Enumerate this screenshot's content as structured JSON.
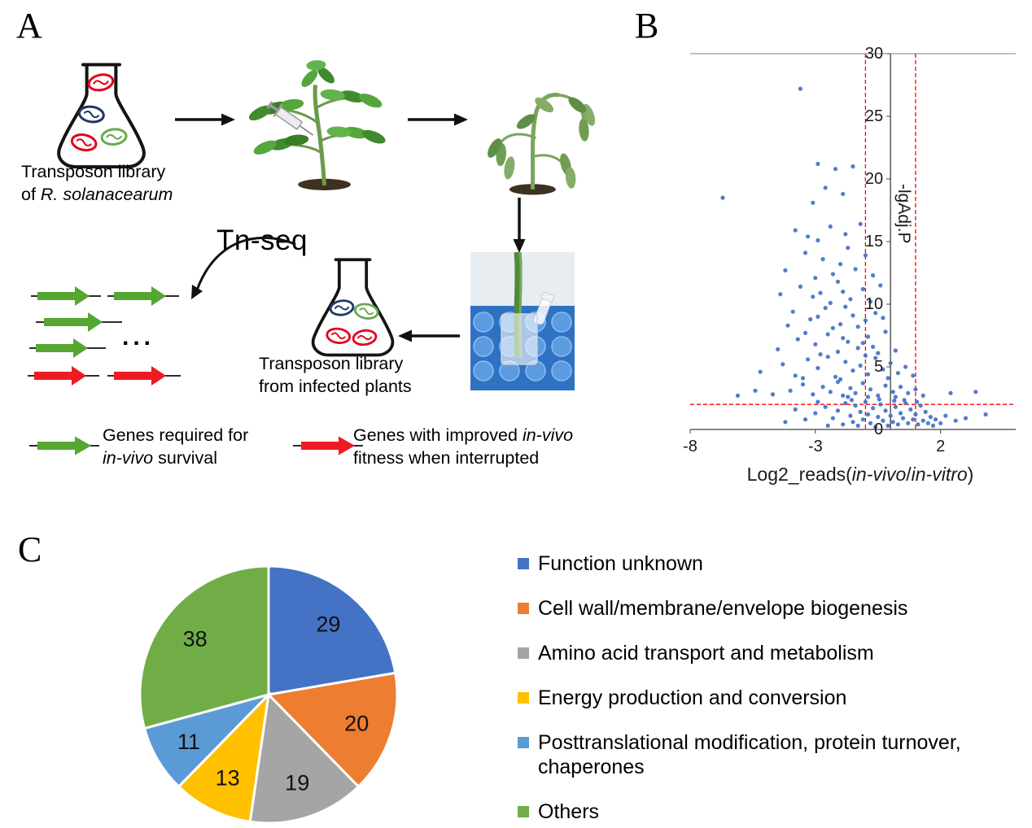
{
  "figure": {
    "panel_a": {
      "label": "A",
      "flask1_caption_line1": "Transposon library",
      "flask1_caption_line2_prefix": "of ",
      "flask1_caption_line2_italic": "R. solanacearum",
      "tnseq_label": "Tn-seq",
      "reads_ellipsis": "...",
      "flask2_caption_line1": "Transposon library",
      "flask2_caption_line2": "from infected plants",
      "legend_green_line1": "Genes required for",
      "legend_green_line2_italic": "in-vivo",
      "legend_green_line2_suffix": " survival",
      "legend_red_line1_prefix": "Genes with improved ",
      "legend_red_line1_italic": "in-vivo",
      "legend_red_line2": "fitness when interrupted"
    },
    "panel_b": {
      "label": "B",
      "ylabel": "-lgAdj.P",
      "xlabel_prefix": "Log2_reads(",
      "xlabel_italic1": "in-vivo",
      "xlabel_sep": "/",
      "xlabel_italic2": "in-vitro",
      "xlabel_suffix": ")"
    },
    "panel_c": {
      "label": "C"
    }
  },
  "chart_data": [
    {
      "type": "scatter",
      "xlabel": "Log2_reads(in-vivo/in-vitro)",
      "ylabel": "-lgAdj.P",
      "xlim": [
        -8,
        5
      ],
      "ylim": [
        0,
        30
      ],
      "x_ticks": [
        -8,
        -3,
        2
      ],
      "y_ticks": [
        0,
        5,
        10,
        15,
        20,
        25,
        30
      ],
      "grid": false,
      "point_color": "#4472C4",
      "threshold_lines": {
        "vertical_x": [
          -1,
          1
        ],
        "horizontal_y": 2,
        "color": "#FF0000"
      },
      "points": [
        [
          -3.6,
          27.2
        ],
        [
          -6.7,
          18.5
        ],
        [
          -2.9,
          21.2
        ],
        [
          -2.2,
          20.8
        ],
        [
          -1.5,
          21.0
        ],
        [
          -2.6,
          19.3
        ],
        [
          -1.9,
          18.8
        ],
        [
          -3.1,
          18.1
        ],
        [
          -3.8,
          15.9
        ],
        [
          -2.4,
          16.2
        ],
        [
          -1.8,
          15.6
        ],
        [
          -1.2,
          16.4
        ],
        [
          -2.9,
          15.1
        ],
        [
          -3.3,
          15.4
        ],
        [
          -3.4,
          14.1
        ],
        [
          -2.7,
          13.6
        ],
        [
          -2.0,
          13.2
        ],
        [
          -1.4,
          12.8
        ],
        [
          -2.3,
          12.4
        ],
        [
          -3.0,
          12.1
        ],
        [
          -1.0,
          13.9
        ],
        [
          -1.7,
          14.5
        ],
        [
          -4.2,
          12.7
        ],
        [
          -0.7,
          12.3
        ],
        [
          -3.6,
          11.4
        ],
        [
          -2.8,
          10.9
        ],
        [
          -2.1,
          11.8
        ],
        [
          -1.6,
          10.4
        ],
        [
          -1.1,
          11.2
        ],
        [
          -2.4,
          10.1
        ],
        [
          -3.1,
          10.6
        ],
        [
          -0.8,
          10.2
        ],
        [
          -1.9,
          11.0
        ],
        [
          -4.4,
          10.8
        ],
        [
          -0.4,
          11.5
        ],
        [
          -3.9,
          9.4
        ],
        [
          -3.2,
          8.8
        ],
        [
          -2.6,
          9.7
        ],
        [
          -2.0,
          8.4
        ],
        [
          -1.5,
          9.1
        ],
        [
          -1.0,
          8.7
        ],
        [
          -0.6,
          9.3
        ],
        [
          -2.3,
          8.1
        ],
        [
          -1.8,
          9.8
        ],
        [
          -2.9,
          9.0
        ],
        [
          -4.1,
          8.3
        ],
        [
          -0.3,
          8.9
        ],
        [
          -1.3,
          8.2
        ],
        [
          -4.5,
          6.4
        ],
        [
          -3.7,
          7.2
        ],
        [
          -3.0,
          6.8
        ],
        [
          -2.5,
          7.6
        ],
        [
          -2.1,
          6.2
        ],
        [
          -1.7,
          7.0
        ],
        [
          -1.3,
          6.5
        ],
        [
          -0.9,
          7.4
        ],
        [
          -0.5,
          6.1
        ],
        [
          -0.2,
          7.8
        ],
        [
          -2.8,
          6.0
        ],
        [
          -3.4,
          7.7
        ],
        [
          -1.1,
          6.9
        ],
        [
          -1.9,
          7.3
        ],
        [
          0.2,
          6.3
        ],
        [
          -0.7,
          6.6
        ],
        [
          -5.2,
          4.6
        ],
        [
          -4.3,
          5.2
        ],
        [
          -3.8,
          4.3
        ],
        [
          -3.3,
          5.6
        ],
        [
          -2.9,
          4.9
        ],
        [
          -2.5,
          5.8
        ],
        [
          -2.2,
          4.2
        ],
        [
          -1.8,
          5.4
        ],
        [
          -1.5,
          4.7
        ],
        [
          -1.2,
          5.1
        ],
        [
          -0.9,
          4.4
        ],
        [
          -0.6,
          5.7
        ],
        [
          -0.3,
          4.8
        ],
        [
          0.0,
          5.3
        ],
        [
          0.3,
          4.5
        ],
        [
          0.6,
          5.0
        ],
        [
          -2.0,
          4.0
        ],
        [
          -1.0,
          5.9
        ],
        [
          -3.5,
          4.1
        ],
        [
          -0.1,
          4.1
        ],
        [
          0.9,
          4.3
        ],
        [
          -6.1,
          2.7
        ],
        [
          -5.4,
          3.1
        ],
        [
          -4.7,
          2.8
        ],
        [
          -4.0,
          3.1
        ],
        [
          -3.5,
          3.6
        ],
        [
          -3.1,
          2.8
        ],
        [
          -2.7,
          3.4
        ],
        [
          -2.4,
          3.0
        ],
        [
          -2.1,
          3.8
        ],
        [
          -1.9,
          2.7
        ],
        [
          -1.6,
          3.3
        ],
        [
          -1.4,
          2.9
        ],
        [
          -1.1,
          3.7
        ],
        [
          -0.8,
          3.2
        ],
        [
          -0.5,
          2.7
        ],
        [
          -0.2,
          3.5
        ],
        [
          0.1,
          3.0
        ],
        [
          0.4,
          3.4
        ],
        [
          0.7,
          2.9
        ],
        [
          1.0,
          3.2
        ],
        [
          1.3,
          2.7
        ],
        [
          2.4,
          2.9
        ],
        [
          3.4,
          3.0
        ],
        [
          -0.9,
          2.6
        ],
        [
          -1.7,
          2.6
        ],
        [
          0.2,
          2.6
        ],
        [
          -2.6,
          1.8
        ],
        [
          -2.3,
          0.9
        ],
        [
          -2.1,
          1.5
        ],
        [
          -1.9,
          0.4
        ],
        [
          -1.8,
          2.1
        ],
        [
          -1.6,
          1.1
        ],
        [
          -1.5,
          0.6
        ],
        [
          -1.4,
          1.9
        ],
        [
          -1.3,
          0.3
        ],
        [
          -1.2,
          1.4
        ],
        [
          -1.1,
          0.8
        ],
        [
          -1.0,
          2.2
        ],
        [
          -0.9,
          1.2
        ],
        [
          -0.8,
          0.5
        ],
        [
          -0.7,
          1.7
        ],
        [
          -0.6,
          0.2
        ],
        [
          -0.5,
          1.0
        ],
        [
          -0.4,
          2.0
        ],
        [
          -0.3,
          0.7
        ],
        [
          -0.2,
          1.5
        ],
        [
          -0.1,
          0.3
        ],
        [
          0.0,
          1.1
        ],
        [
          0.1,
          0.6
        ],
        [
          0.2,
          1.8
        ],
        [
          0.3,
          0.4
        ],
        [
          0.4,
          1.3
        ],
        [
          0.5,
          0.9
        ],
        [
          0.6,
          2.1
        ],
        [
          0.7,
          0.5
        ],
        [
          0.8,
          1.6
        ],
        [
          0.9,
          0.8
        ],
        [
          1.0,
          1.2
        ],
        [
          1.1,
          0.4
        ],
        [
          1.2,
          1.9
        ],
        [
          1.3,
          0.7
        ],
        [
          1.4,
          1.4
        ],
        [
          1.5,
          0.5
        ],
        [
          1.6,
          1.0
        ],
        [
          1.7,
          0.3
        ],
        [
          1.8,
          0.8
        ],
        [
          2.0,
          0.5
        ],
        [
          2.2,
          1.1
        ],
        [
          2.6,
          0.7
        ],
        [
          3.0,
          0.9
        ],
        [
          -3.0,
          1.3
        ],
        [
          -3.4,
          0.8
        ],
        [
          -3.8,
          1.6
        ],
        [
          -4.2,
          0.6
        ],
        [
          -2.9,
          2.2
        ],
        [
          -2.5,
          0.3
        ],
        [
          0.15,
          2.3
        ],
        [
          -0.45,
          2.4
        ],
        [
          0.55,
          2.35
        ],
        [
          1.05,
          2.2
        ],
        [
          -1.55,
          2.35
        ],
        [
          3.8,
          1.2
        ]
      ]
    },
    {
      "type": "pie",
      "values": [
        29,
        20,
        19,
        13,
        11,
        38
      ],
      "labels": [
        "29",
        "20",
        "19",
        "13",
        "11",
        "38"
      ],
      "colors": [
        "#4472C4",
        "#ED7D31",
        "#A5A5A5",
        "#FFC000",
        "#5B9BD5",
        "#70AD47"
      ],
      "legend": [
        "Function unknown",
        "Cell wall/membrane/envelope biogenesis",
        "Amino acid transport and metabolism",
        "Energy production and conversion",
        "Posttranslational modification, protein turnover, chaperones",
        "Others"
      ],
      "legend_position": "right"
    }
  ]
}
